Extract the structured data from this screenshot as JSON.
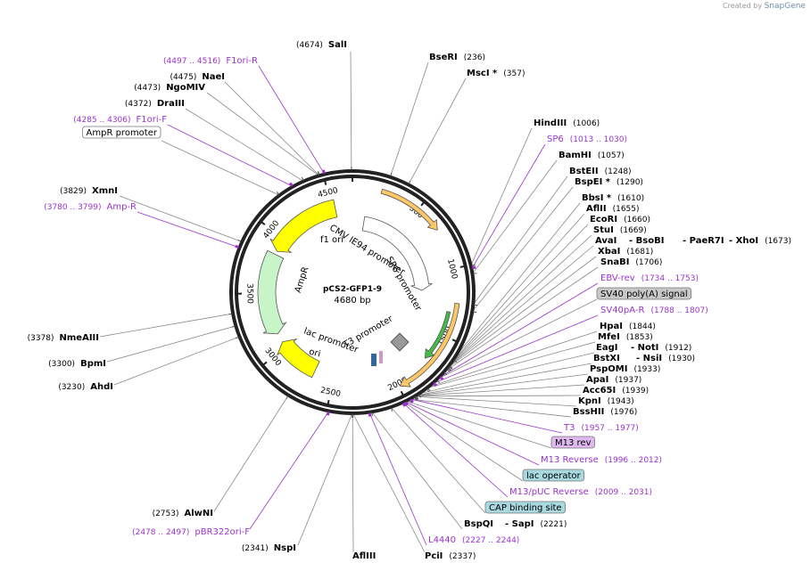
{
  "credit": {
    "prefix": "Created by",
    "brand": "SnapGene"
  },
  "plasmid": {
    "name": "pCS2-GFP1-9",
    "length": "4680 bp"
  },
  "ticks": [
    "500",
    "1000",
    "1500",
    "2000",
    "2500",
    "3000",
    "3500",
    "4000",
    "4500"
  ],
  "feature_labels": [
    "f1 ori",
    "CMV IE94 promoter",
    "SP6 promoter",
    "AmpR",
    "T3 promoter",
    "lac promoter",
    "ori"
  ],
  "colors": {
    "yellow": "#ffff00",
    "green": "#c8f5c8",
    "orange": "#ffc864",
    "gray": "#a0a0a0",
    "primer": "#9933cc",
    "backbone": "#333333"
  },
  "labels": [
    {
      "name": "SalI",
      "pos": "(4674)",
      "side": "left",
      "kind": "enzyme"
    },
    {
      "name": "BseRI",
      "pos": "(236)",
      "side": "right",
      "kind": "enzyme"
    },
    {
      "name": "MscI *",
      "pos": "(357)",
      "side": "right",
      "kind": "enzyme"
    },
    {
      "name": "F1ori-R",
      "pos": "(4497 .. 4516)",
      "side": "left",
      "kind": "primer"
    },
    {
      "name": "NaeI",
      "pos": "(4475)",
      "side": "left",
      "kind": "enzyme"
    },
    {
      "name": "NgoMIV",
      "pos": "(4473)",
      "side": "left",
      "kind": "enzyme"
    },
    {
      "name": "DraIII",
      "pos": "(4372)",
      "side": "left",
      "kind": "enzyme"
    },
    {
      "name": "F1ori-F",
      "pos": "(4285 .. 4306)",
      "side": "left",
      "kind": "primer"
    },
    {
      "name": "AmpR promoter",
      "pos": "",
      "side": "left",
      "kind": "boxwhite"
    },
    {
      "name": "XmnI",
      "pos": "(3829)",
      "side": "left",
      "kind": "enzyme"
    },
    {
      "name": "Amp-R",
      "pos": "(3780 .. 3799)",
      "side": "left",
      "kind": "primer"
    },
    {
      "name": "NmeAIII",
      "pos": "(3378)",
      "side": "left",
      "kind": "enzyme"
    },
    {
      "name": "BpmI",
      "pos": "(3300)",
      "side": "left",
      "kind": "enzyme"
    },
    {
      "name": "AhdI",
      "pos": "(3230)",
      "side": "left",
      "kind": "enzyme"
    },
    {
      "name": "AlwNI",
      "pos": "(2753)",
      "side": "left",
      "kind": "enzyme"
    },
    {
      "name": "pBR322ori-F",
      "pos": "(2478 .. 2497)",
      "side": "left",
      "kind": "primer"
    },
    {
      "name": "NspI",
      "pos": "(2341)",
      "side": "left",
      "kind": "enzyme"
    },
    {
      "name": "AflIII",
      "pos": "",
      "side": "right",
      "kind": "enzyme"
    },
    {
      "name": "PciI",
      "pos": "(2337)",
      "side": "right",
      "kind": "enzyme"
    },
    {
      "name": "HindIII",
      "pos": "(1006)",
      "side": "right",
      "kind": "enzyme"
    },
    {
      "name": "SP6",
      "pos": "(1013 .. 1030)",
      "side": "right",
      "kind": "primer"
    },
    {
      "name": "BamHI",
      "pos": "(1057)",
      "side": "right",
      "kind": "enzyme"
    },
    {
      "name": "BstEII",
      "pos": "(1248)",
      "side": "right",
      "kind": "enzyme"
    },
    {
      "name": "BspEI *",
      "pos": "(1290)",
      "side": "right",
      "kind": "enzyme"
    },
    {
      "name": "BbsI *",
      "pos": "(1610)",
      "side": "right",
      "kind": "enzyme"
    },
    {
      "name": "AflII",
      "pos": "(1655)",
      "side": "right",
      "kind": "enzyme"
    },
    {
      "name": "EcoRI",
      "pos": "(1660)",
      "side": "right",
      "kind": "enzyme"
    },
    {
      "name": "StuI",
      "pos": "(1669)",
      "side": "right",
      "kind": "enzyme"
    },
    {
      "name": "AvaI",
      "pos": "",
      "side": "right",
      "kind": "enzyme"
    },
    {
      "name": "BsoBI",
      "pos": "",
      "side": "right",
      "kind": "enzyme"
    },
    {
      "name": "PaeR7I",
      "pos": "",
      "side": "right",
      "kind": "enzyme"
    },
    {
      "name": "XhoI",
      "pos": "(1673)",
      "side": "right",
      "kind": "enzyme"
    },
    {
      "name": "XbaI",
      "pos": "(1681)",
      "side": "right",
      "kind": "enzyme"
    },
    {
      "name": "SnaBI",
      "pos": "(1706)",
      "side": "right",
      "kind": "enzyme"
    },
    {
      "name": "EBV-rev",
      "pos": "(1734 .. 1753)",
      "side": "right",
      "kind": "primer"
    },
    {
      "name": "SV40 poly(A) signal",
      "pos": "",
      "side": "right",
      "kind": "boxgray"
    },
    {
      "name": "SV40pA-R",
      "pos": "(1788 .. 1807)",
      "side": "right",
      "kind": "primer"
    },
    {
      "name": "HpaI",
      "pos": "(1844)",
      "side": "right",
      "kind": "enzyme"
    },
    {
      "name": "MfeI",
      "pos": "(1853)",
      "side": "right",
      "kind": "enzyme"
    },
    {
      "name": "EagI",
      "pos": "",
      "side": "right",
      "kind": "enzyme"
    },
    {
      "name": "NotI",
      "pos": "(1912)",
      "side": "right",
      "kind": "enzyme"
    },
    {
      "name": "BstXI",
      "pos": "",
      "side": "right",
      "kind": "enzyme"
    },
    {
      "name": "NsiI",
      "pos": "(1930)",
      "side": "right",
      "kind": "enzyme"
    },
    {
      "name": "PspOMI",
      "pos": "(1933)",
      "side": "right",
      "kind": "enzyme"
    },
    {
      "name": "ApaI",
      "pos": "(1937)",
      "side": "right",
      "kind": "enzyme"
    },
    {
      "name": "Acc65I",
      "pos": "(1939)",
      "side": "right",
      "kind": "enzyme"
    },
    {
      "name": "KpnI",
      "pos": "(1943)",
      "side": "right",
      "kind": "enzyme"
    },
    {
      "name": "BssHII",
      "pos": "(1976)",
      "side": "right",
      "kind": "enzyme"
    },
    {
      "name": "T3",
      "pos": "(1957 .. 1977)",
      "side": "right",
      "kind": "primer"
    },
    {
      "name": "M13 rev",
      "pos": "",
      "side": "right",
      "kind": "boxpurple"
    },
    {
      "name": "M13 Reverse",
      "pos": "(1996 .. 2012)",
      "side": "right",
      "kind": "primer"
    },
    {
      "name": "lac operator",
      "pos": "",
      "side": "right",
      "kind": "boxblue"
    },
    {
      "name": "M13/pUC Reverse",
      "pos": "(2009 .. 2031)",
      "side": "right",
      "kind": "primer"
    },
    {
      "name": "CAP binding site",
      "pos": "",
      "side": "right",
      "kind": "boxblue"
    },
    {
      "name": "BspQI",
      "pos": "",
      "side": "right",
      "kind": "enzyme"
    },
    {
      "name": "SapI",
      "pos": "(2221)",
      "side": "right",
      "kind": "enzyme"
    },
    {
      "name": "L4440",
      "pos": "(2227 .. 2244)",
      "side": "right",
      "kind": "primer"
    }
  ]
}
